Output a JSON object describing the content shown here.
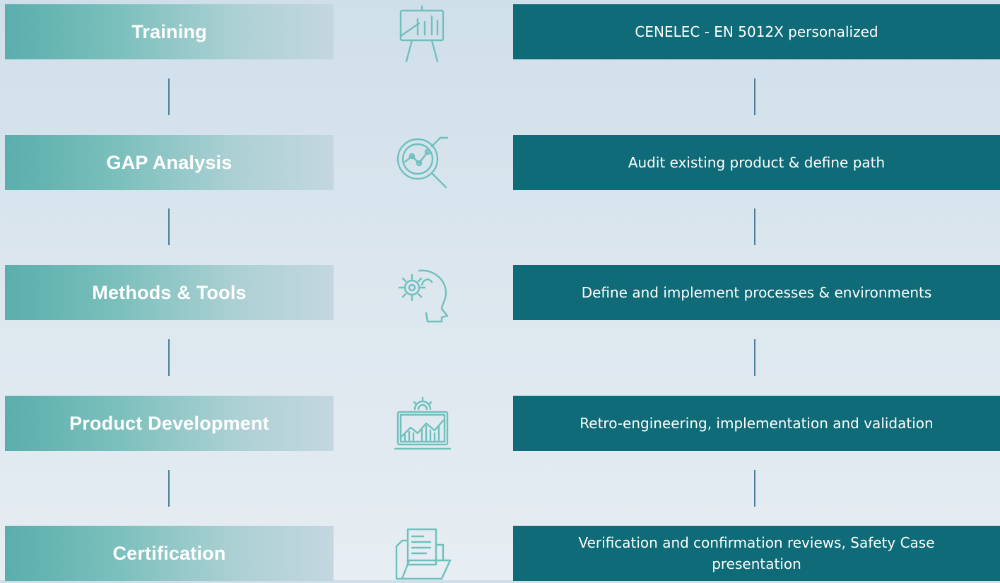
{
  "steps": [
    {
      "label": "Training",
      "description": "CENELEC - EN 5012X personalized",
      "icon": "presentation-chart-icon"
    },
    {
      "label": "GAP Analysis",
      "description": "Audit existing product & define path",
      "icon": "magnifier-chart-icon"
    },
    {
      "label": "Methods & Tools",
      "description": "Define and implement processes & environments",
      "icon": "head-gear-icon"
    },
    {
      "label": "Product Development",
      "description": "Retro-engineering, implementation and validation",
      "icon": "laptop-gear-chart-icon"
    },
    {
      "label": "Certification",
      "description": "Verification and confirmation reviews, Safety Case presentation",
      "icon": "folder-document-icon"
    }
  ],
  "colors": {
    "left_gradient_start": "#5aaeac",
    "right_box": "#0f6b77",
    "icon": "#6fc0bd",
    "connector": "#4e7f98"
  }
}
